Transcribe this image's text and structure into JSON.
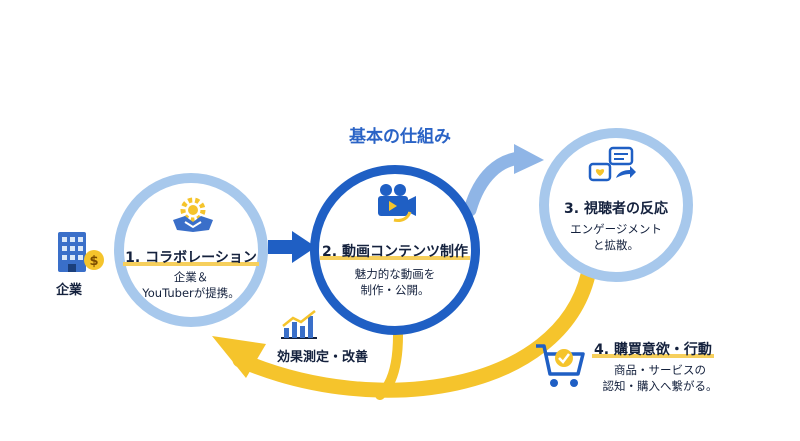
{
  "diagram": {
    "title": "基本の仕組み",
    "company": {
      "label": "企業"
    },
    "step1": {
      "title": "1. コラボレーション",
      "desc": [
        "企業＆",
        "YouTuberが提携。"
      ]
    },
    "step2": {
      "title": "2. 動画コンテンツ制作",
      "desc": [
        "魅力的な動画を",
        "制作・公開。"
      ]
    },
    "step3": {
      "title": "3. 視聴者の反応",
      "desc": [
        "エンゲージメント",
        "と拡散。"
      ]
    },
    "step4": {
      "title": "4. 購買意欲・行動",
      "desc": [
        "商品・サービスの",
        "認知・購入へ繋がる。"
      ]
    },
    "feedback": {
      "label": "効果測定・改善"
    },
    "icons": [
      "building-icon",
      "handshake-gear-icon",
      "video-camera-icon",
      "chat-heart-icon",
      "chart-icon",
      "shopping-cart-icon"
    ]
  },
  "colors": {
    "dark_blue": "#1f5fc4",
    "light_blue": "#a7c8ec",
    "yellow": "#f5c42c",
    "title_blue": "#2a63c6",
    "text": "#14213d"
  }
}
